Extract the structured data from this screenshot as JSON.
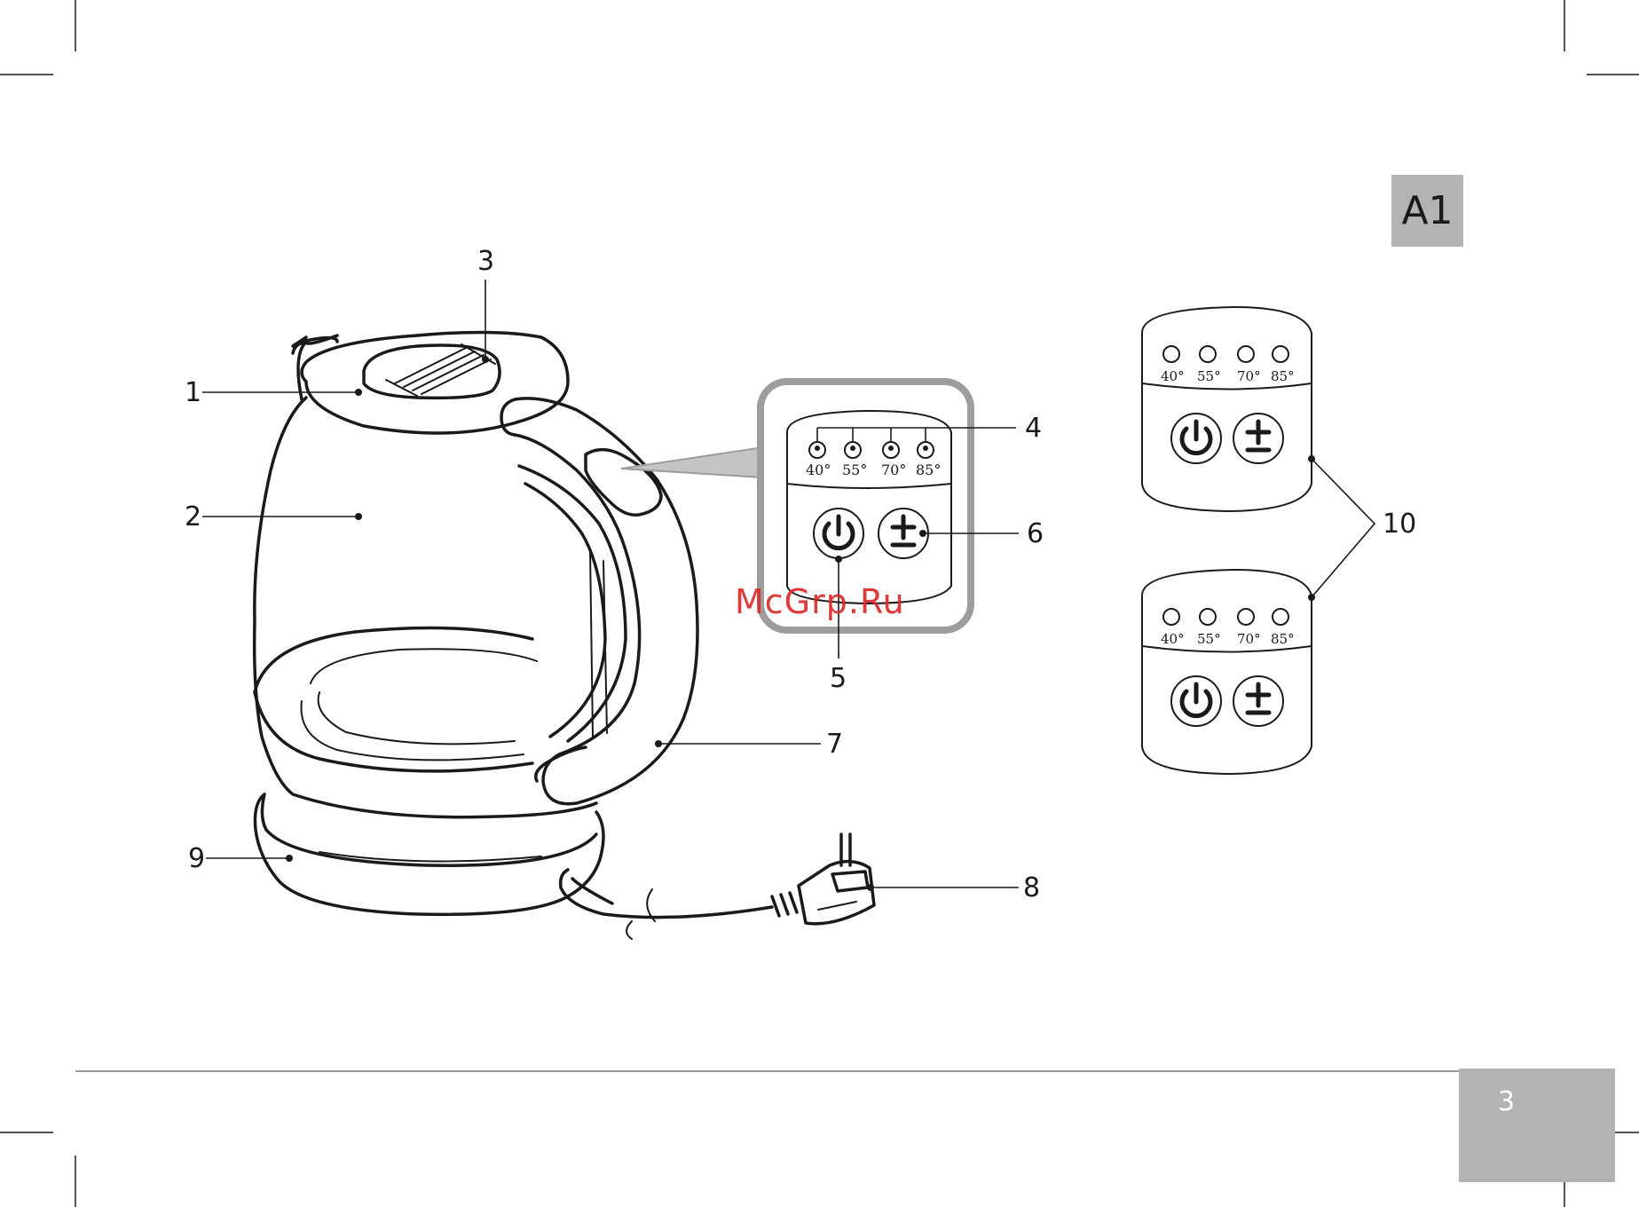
{
  "section_label": "A1",
  "page_number": "3",
  "watermark": "McGrp.Ru",
  "callouts": {
    "c1": "1",
    "c2": "2",
    "c3": "3",
    "c4": "4",
    "c5": "5",
    "c6": "6",
    "c7": "7",
    "c8": "8",
    "c9": "9",
    "c10": "10"
  },
  "temperature_options": [
    "40°",
    "55°",
    "70°",
    "85°"
  ],
  "button_icons": [
    "power-icon",
    "plus-minus-icon"
  ],
  "colors": {
    "ink": "#1a1a1a",
    "badge_gray": "#b3b3b3",
    "watermark_red": "#dc2828"
  }
}
